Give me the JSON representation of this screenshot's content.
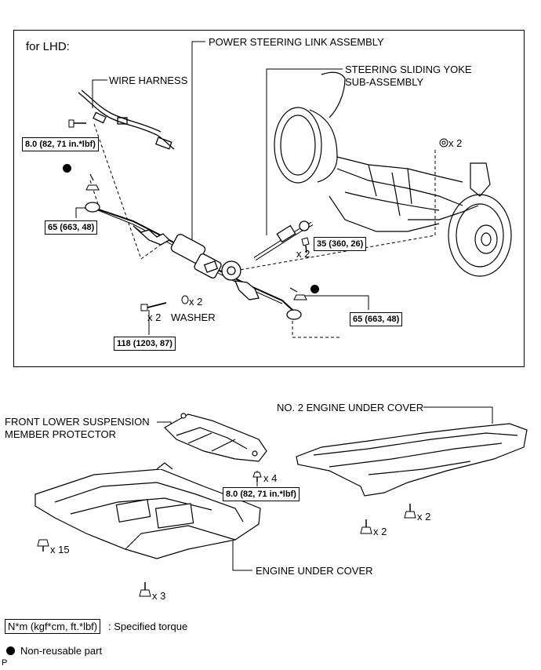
{
  "upper": {
    "variant": "for LHD:",
    "labels": {
      "power_steering": "POWER STEERING LINK ASSEMBLY",
      "sliding_yoke_1": "STEERING SLIDING YOKE",
      "sliding_yoke_2": "SUB-ASSEMBLY",
      "wire_harness": "WIRE HARNESS",
      "washer": "WASHER"
    },
    "torques": {
      "wire_harness_bolt": "8.0 (82, 71 in.*lbf)",
      "tie_rod_left": "65 (663, 48)",
      "yoke_bolt": "35 (360, 26)",
      "tie_rod_right": "65 (663, 48)",
      "mount_bolt": "118 (1203, 87)"
    },
    "quantities": {
      "nut_top": "x 2",
      "yoke_bolt": "x 2",
      "washer": "x 2",
      "mount_bolt": "x 2"
    }
  },
  "lower": {
    "labels": {
      "protector_1": "FRONT LOWER SUSPENSION",
      "protector_2": "MEMBER PROTECTOR",
      "no2_cover": "NO. 2 ENGINE UNDER COVER",
      "engine_cover": "ENGINE UNDER COVER"
    },
    "torques": {
      "protector_bolt": "8.0 (82, 71 in.*lbf)"
    },
    "quantities": {
      "protector_bolt": "x 4",
      "cover_left": "x 15",
      "cover_bottom": "x 3",
      "no2_left": "x 2",
      "no2_right": "x 2"
    }
  },
  "legend": {
    "torque_unit": "N*m (kgf*cm, ft.*lbf)",
    "torque_text": ": Specified torque",
    "non_reusable": "Non-reusable part"
  },
  "corner_mark": "P"
}
